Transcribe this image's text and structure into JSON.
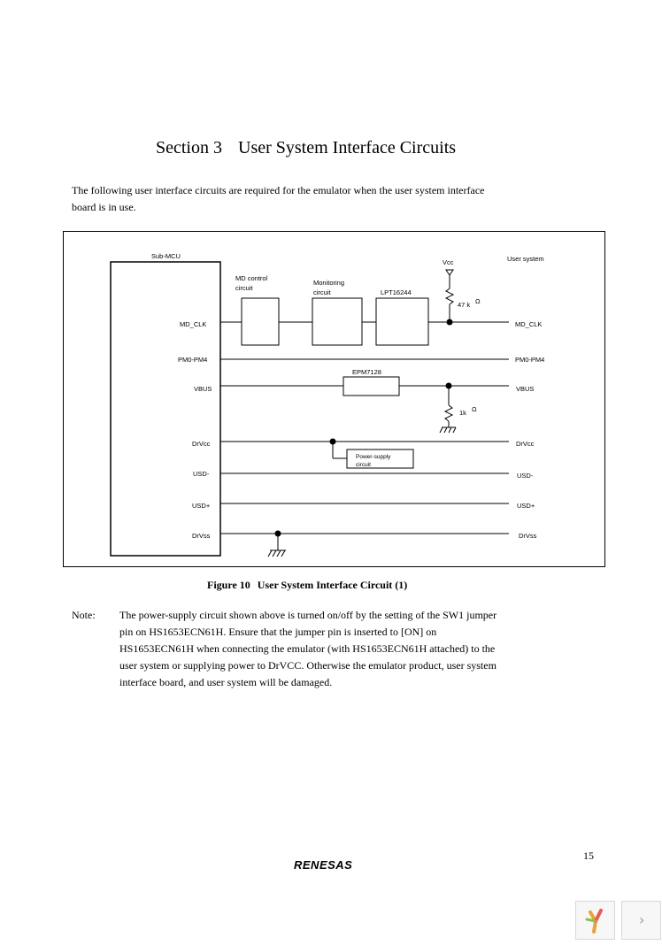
{
  "section": {
    "number": "Section 3",
    "title": "User System Interface Circuits"
  },
  "intro": [
    "The following user interface circuits are required for the emulator when the user system interface",
    "board is in use."
  ],
  "figure": {
    "caption_number": "Figure 10",
    "caption_title": "User System Interface Circuit (1)",
    "labels": {
      "sub_mcu": "Sub-MCU",
      "user_system": "User system",
      "md_control_1": "MD control",
      "md_control_2": "circuit",
      "monitoring_1": "Monitoring",
      "monitoring_2": "circuit",
      "lpt": "LPT16244",
      "vcc": "Vcc",
      "r47k": "47 k",
      "r1k": "1k",
      "ohm": "Ω",
      "epm": "EPM7128",
      "power_supply_1": "Power-supply",
      "power_supply_2": "circuit"
    },
    "signals_left": [
      "MD_CLK",
      "PM0-PM4",
      "VBUS",
      "DrVcc",
      "USD-",
      "USD+",
      "DrVss"
    ],
    "signals_right": [
      "MD_CLK",
      "PM0-PM4",
      "VBUS",
      "DrVcc",
      "USD-",
      "USD+",
      "DrVss"
    ]
  },
  "note": {
    "label": "Note:",
    "lines": [
      "The power-supply circuit shown above is turned on/off by the setting of the SW1 jumper",
      "pin on HS1653ECN61H. Ensure that the jumper pin is inserted to [ON] on",
      "HS1653ECN61H when connecting the emulator (with HS1653ECN61H attached) to the",
      "user system or supplying power to DrVCC. Otherwise the emulator product, user system",
      "interface board, and user system will be damaged."
    ]
  },
  "page_number": "15",
  "logo_text": "RENESAS",
  "viewer": {
    "next_icon": "chevron-right-icon",
    "logo_icon": "viewer-logo-icon"
  }
}
